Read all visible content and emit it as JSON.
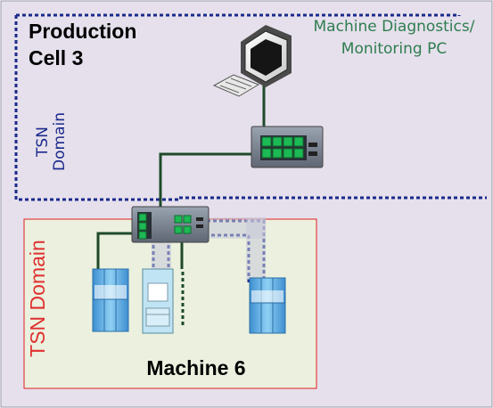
{
  "cell_title_line1": "Production",
  "cell_title_line2": "Cell 3",
  "pc_label_line1": "Machine Diagnostics/",
  "pc_label_line2": "Monitoring PC",
  "tsn_outer_line1": "TSN",
  "tsn_outer_line2": "Domain",
  "tsn_inner_label": "TSN Domain",
  "machine_title": "Machine 6",
  "colors": {
    "cell_fill": "#e6e0ec",
    "machine_fill": "#ebf1de",
    "machine_border": "#e02020",
    "tsn_dash": "#1a2a8c",
    "cable": "#1f4a2a",
    "port_green": "#1db954",
    "io_blue": "#62b6e8"
  },
  "icons": {
    "pc": "computer-icon",
    "switch": "network-switch-icon",
    "io": "io-module-icon",
    "panel": "hmi-panel-icon"
  }
}
